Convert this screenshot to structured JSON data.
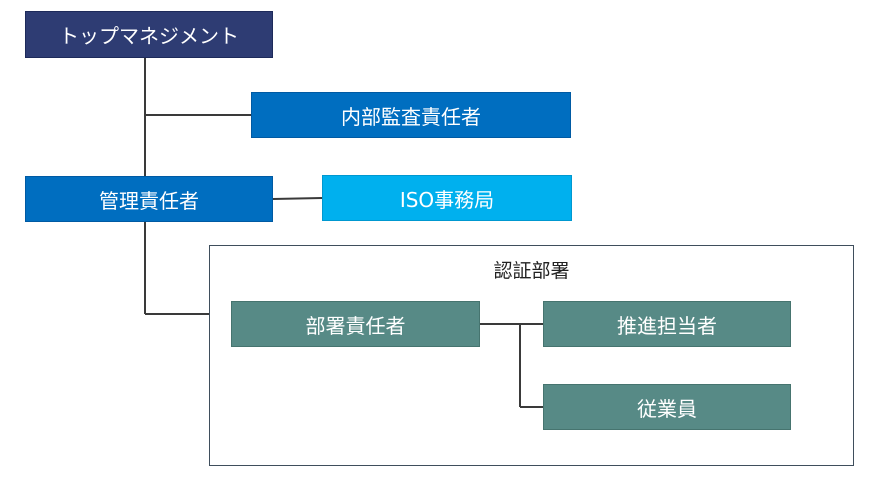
{
  "nodes": {
    "top_management": "トップマネジメント",
    "internal_audit": "内部監査責任者",
    "management_rep": "管理責任者",
    "iso_office": "ISO事務局",
    "dept_head": "部署責任者",
    "promoter": "推進担当者",
    "staff": "従業員"
  },
  "group": {
    "label": "認証部署"
  },
  "colors": {
    "top": "#2e3c73",
    "primary": "#006ec0",
    "accent": "#00b0ee",
    "department": "#578a86",
    "line": "#3a3a3a"
  }
}
